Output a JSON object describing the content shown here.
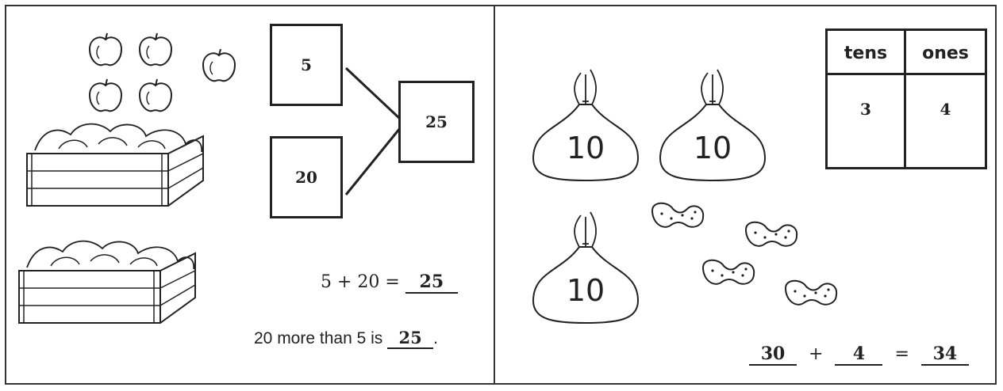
{
  "left_panel": {
    "bond": {
      "part_a": "5",
      "part_b": "20",
      "whole": "25"
    },
    "equation": {
      "expression": "5 + 20 =",
      "answer": "25"
    },
    "sentence": {
      "prefix": "20 more than 5 is",
      "answer": "25",
      "suffix": "."
    }
  },
  "right_panel": {
    "bags": [
      {
        "label": "10"
      },
      {
        "label": "10"
      },
      {
        "label": "10"
      }
    ],
    "place_value_table": {
      "headers": [
        "tens",
        "ones"
      ],
      "values": [
        "3",
        "4"
      ]
    },
    "equation": {
      "tens_value": "30",
      "plus": "+",
      "ones_value": "4",
      "equals": "=",
      "total": "34"
    }
  }
}
